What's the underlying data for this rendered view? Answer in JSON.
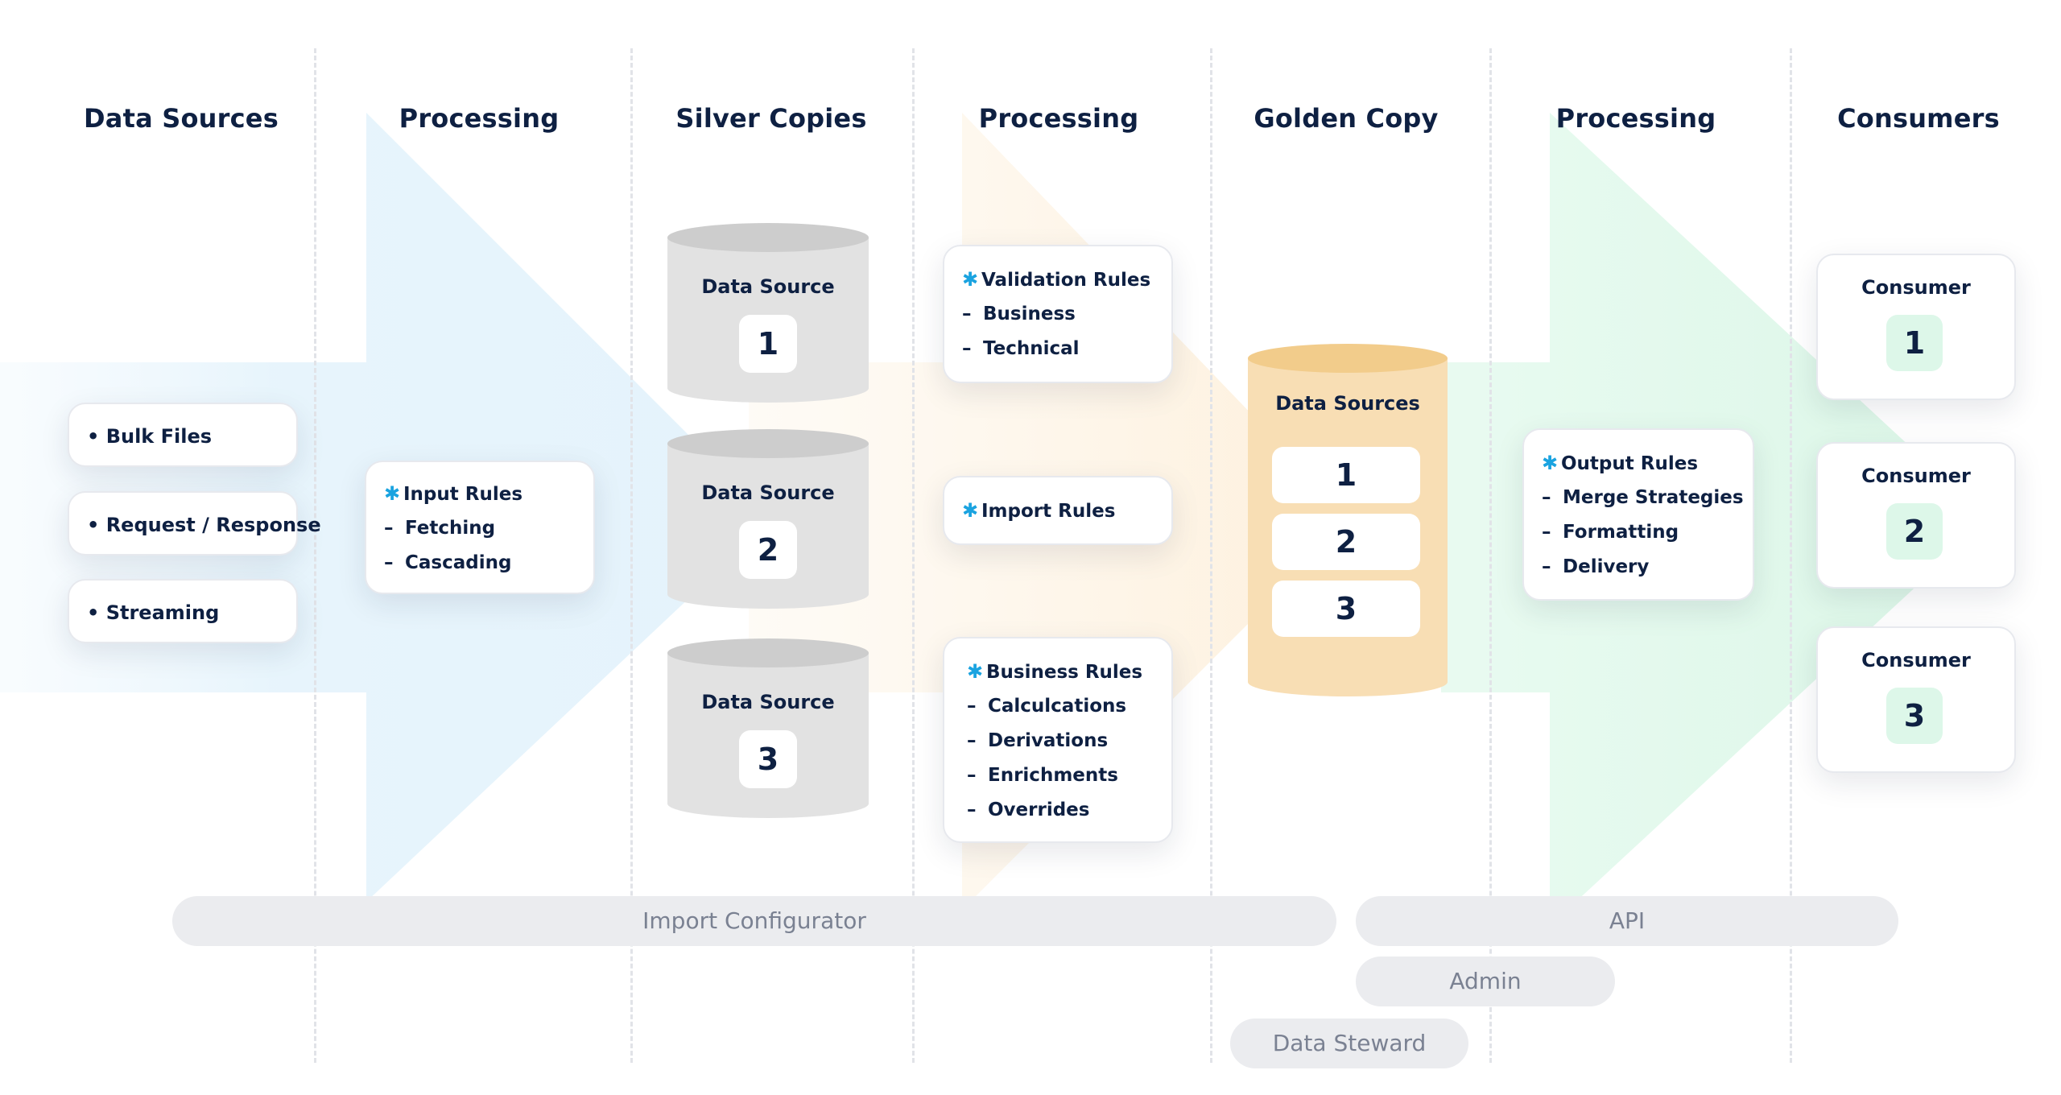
{
  "columns": {
    "data_sources": "Data Sources",
    "processing_1": "Processing",
    "silver_copies": "Silver Copies",
    "processing_2": "Processing",
    "golden_copy": "Golden Copy",
    "processing_3": "Processing",
    "consumers": "Consumers"
  },
  "data_sources": {
    "items": [
      "• Bulk Files",
      "• Request / Response",
      "• Streaming"
    ]
  },
  "input_rules": {
    "title": "Input Rules",
    "items": [
      "Fetching",
      "Cascading"
    ]
  },
  "silver_copies": {
    "label": "Data Source",
    "numbers": [
      "1",
      "2",
      "3"
    ]
  },
  "validation_rules": {
    "title": "Validation Rules",
    "items": [
      "Business",
      "Technical"
    ]
  },
  "import_rules": {
    "title": "Import Rules"
  },
  "business_rules": {
    "title": "Business Rules",
    "items": [
      "Calculcations",
      "Derivations",
      "Enrichments",
      "Overrides"
    ]
  },
  "golden_copy": {
    "label": "Data Sources",
    "numbers": [
      "1",
      "2",
      "3"
    ]
  },
  "output_rules": {
    "title": "Output Rules",
    "items": [
      "Merge Strategies",
      "Formatting",
      "Delivery"
    ]
  },
  "consumers": {
    "label": "Consumer",
    "numbers": [
      "1",
      "2",
      "3"
    ]
  },
  "bars": {
    "import_configurator": "Import Configurator",
    "api": "API",
    "admin": "Admin",
    "data_steward": "Data Steward"
  },
  "colors": {
    "arrow_blue": "#e6f4fc",
    "arrow_orange": "#fdf1df",
    "arrow_green": "#dcf7e8",
    "silver": "#e2e2e2",
    "golden": "#f8deb4",
    "accent_star": "#1aa3e0",
    "text": "#0e2042"
  }
}
